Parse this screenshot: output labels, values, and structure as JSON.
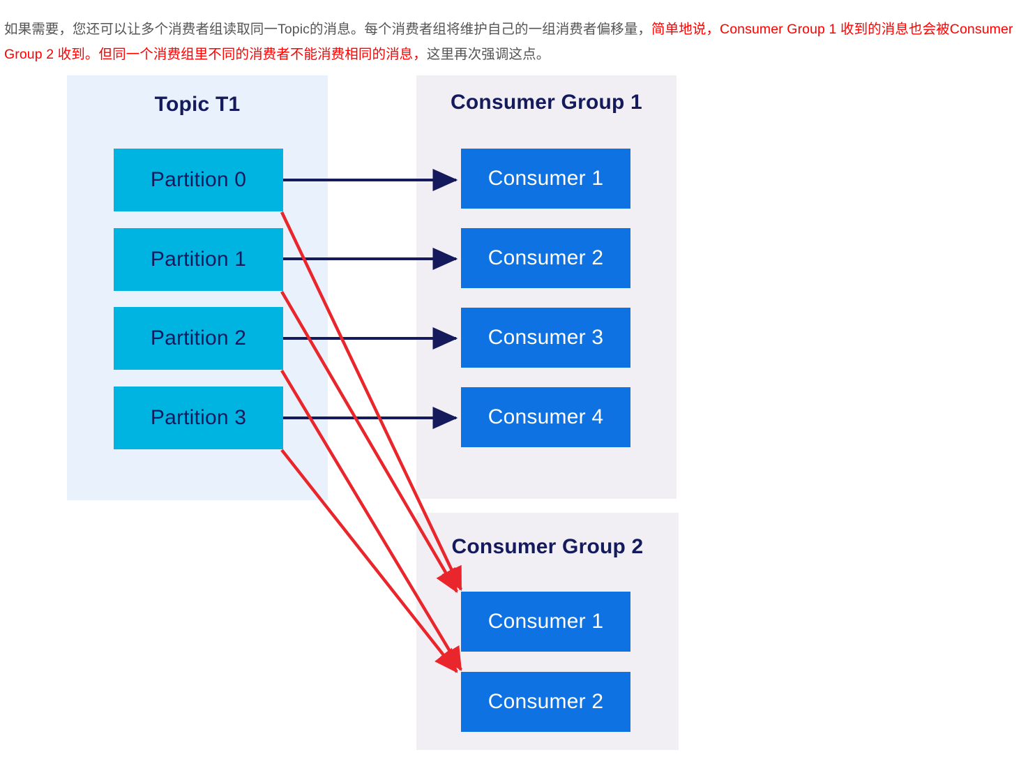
{
  "paragraph": {
    "segments": [
      {
        "text": "如果需要，您还可以让多个消费者组读取同一Topic的消息。每个消费者组将维护自己的一组消费者偏移量，",
        "highlight": false
      },
      {
        "text": "简单地说，Consumer Group 1 收到的消息也会被Consumer Group 2 收到。但同一个消费组里不同的消费者不能消费相同的消息，",
        "highlight": true
      },
      {
        "text": "这里再次强调这点。",
        "highlight": false
      }
    ]
  },
  "colors": {
    "topic_panel_bg": "#e9f2fc",
    "group_panel_bg": "#f1eff3",
    "partition_box": "#00b4e2",
    "consumer_box": "#0e72e3",
    "title_text": "#141a5c",
    "black_arrow": "#141a5c",
    "red_arrow": "#e8262c",
    "paragraph_text": "#555555",
    "highlight_text": "#ff0000"
  },
  "diagram": {
    "topic_panel": {
      "title": "Topic T1",
      "partitions": [
        {
          "label": "Partition 0"
        },
        {
          "label": "Partition 1"
        },
        {
          "label": "Partition 2"
        },
        {
          "label": "Partition 3"
        }
      ]
    },
    "consumer_group_1": {
      "title": "Consumer Group 1",
      "consumers": [
        {
          "label": "Consumer 1"
        },
        {
          "label": "Consumer 2"
        },
        {
          "label": "Consumer 3"
        },
        {
          "label": "Consumer 4"
        }
      ]
    },
    "consumer_group_2": {
      "title": "Consumer Group 2",
      "consumers": [
        {
          "label": "Consumer 1"
        },
        {
          "label": "Consumer 2"
        }
      ]
    },
    "connections": {
      "black_arrows": [
        {
          "from": "Partition 0",
          "to": "Consumer Group 1 / Consumer 1"
        },
        {
          "from": "Partition 1",
          "to": "Consumer Group 1 / Consumer 2"
        },
        {
          "from": "Partition 2",
          "to": "Consumer Group 1 / Consumer 3"
        },
        {
          "from": "Partition 3",
          "to": "Consumer Group 1 / Consumer 4"
        }
      ],
      "red_arrows": [
        {
          "from": "Partition 0",
          "to": "Consumer Group 2 / Consumer 1"
        },
        {
          "from": "Partition 1",
          "to": "Consumer Group 2 / Consumer 1"
        },
        {
          "from": "Partition 2",
          "to": "Consumer Group 2 / Consumer 2"
        },
        {
          "from": "Partition 3",
          "to": "Consumer Group 2 / Consumer 2"
        }
      ]
    }
  }
}
